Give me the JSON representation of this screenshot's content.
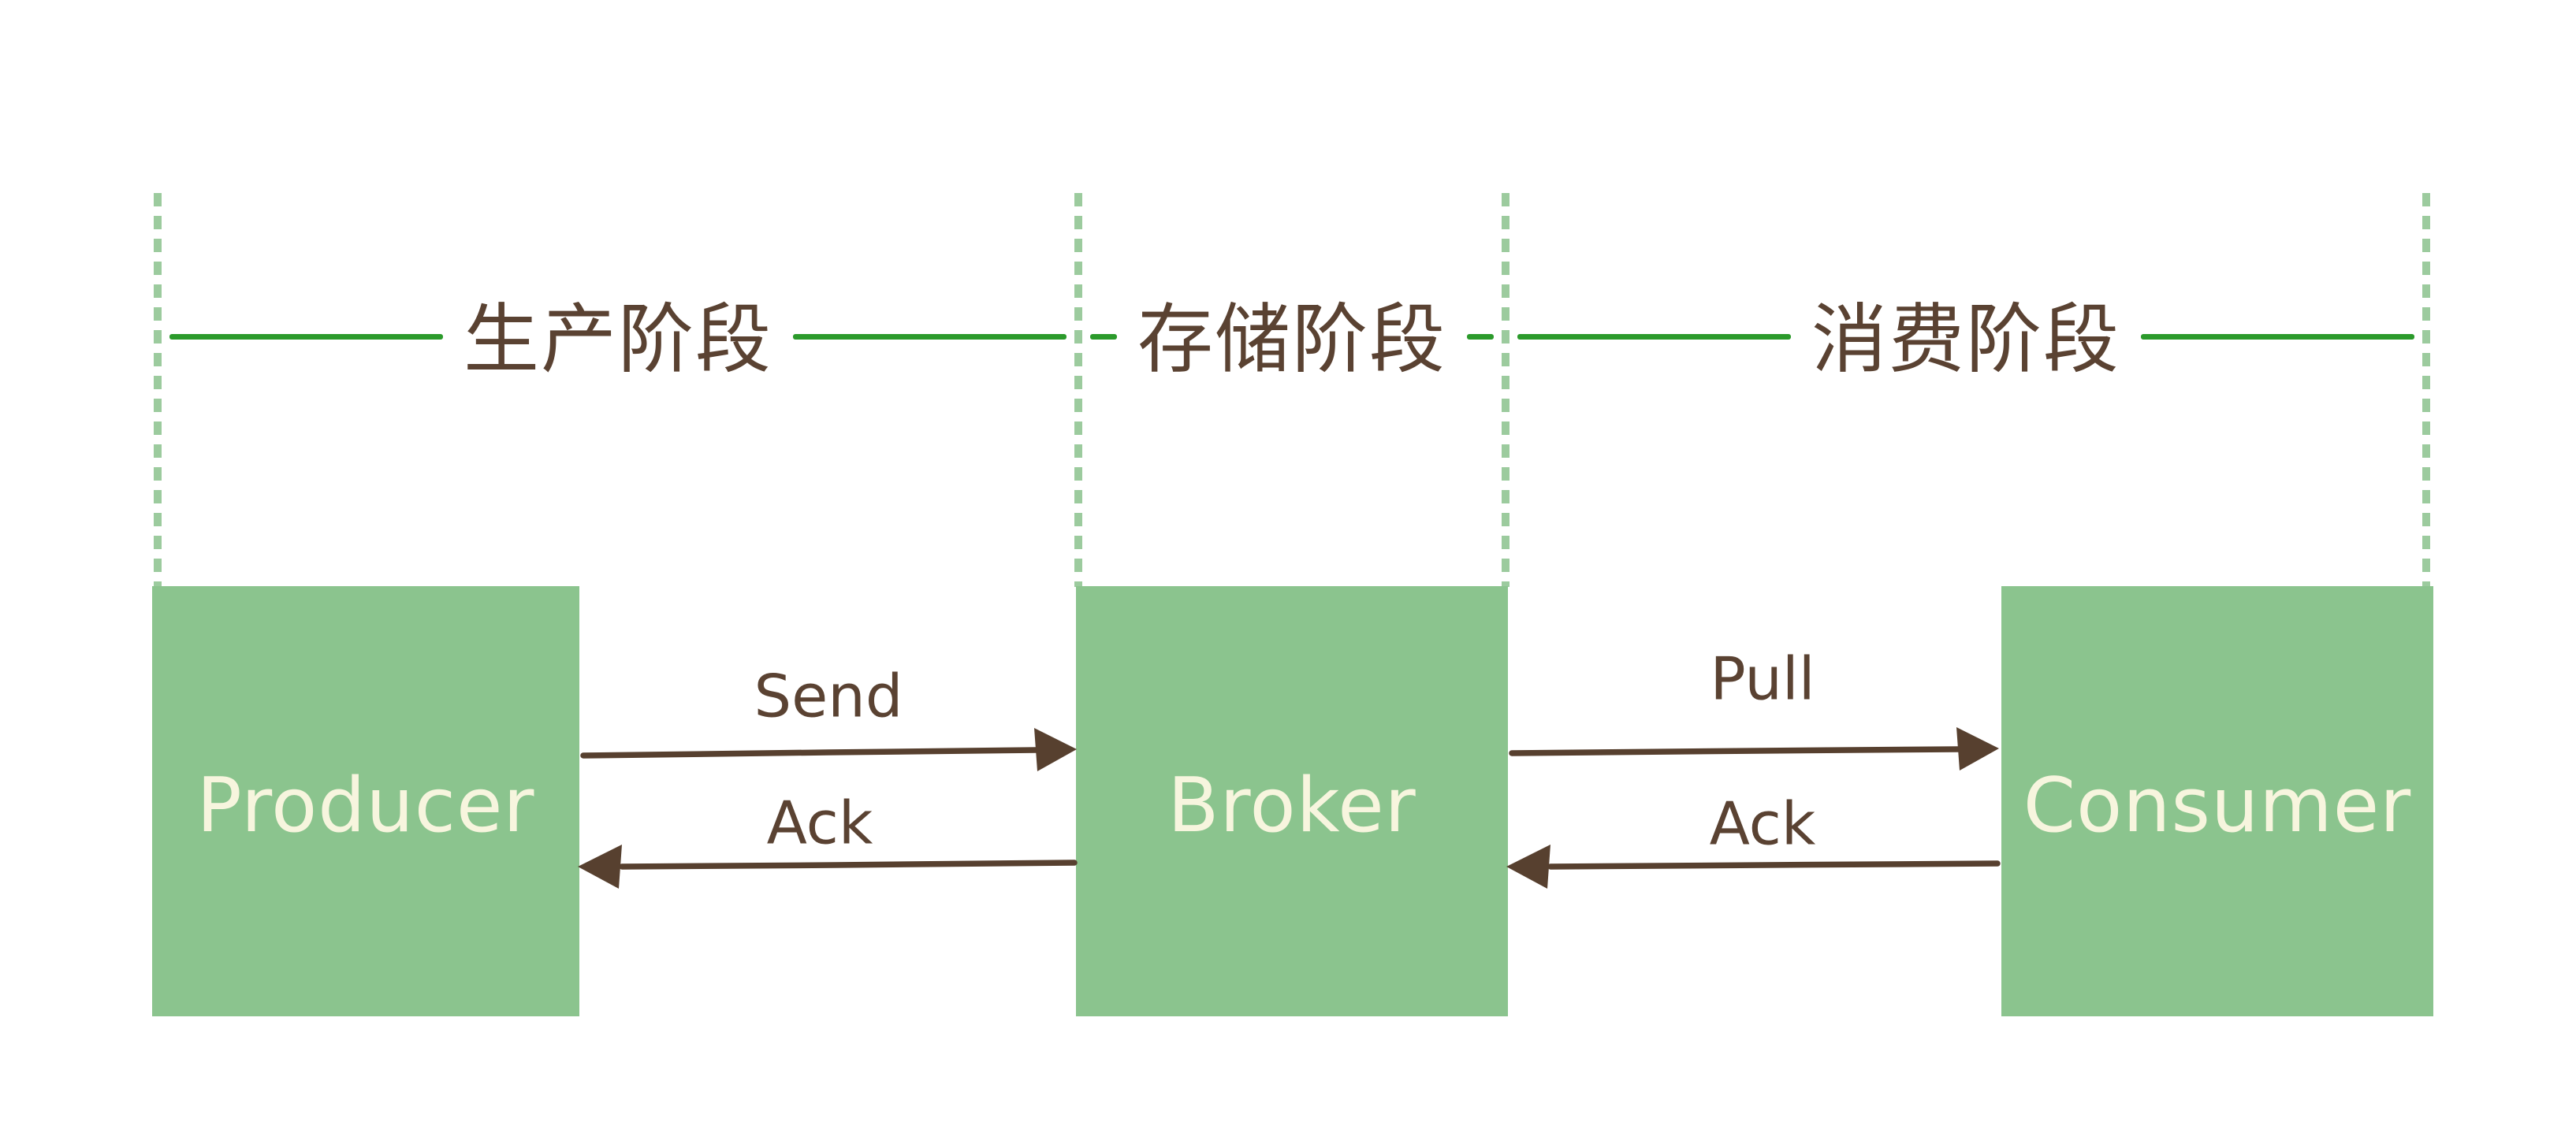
{
  "diagram": {
    "phases": [
      {
        "label": "生产阶段"
      },
      {
        "label": "存储阶段"
      },
      {
        "label": "消费阶段"
      }
    ],
    "nodes": [
      {
        "label": "Producer"
      },
      {
        "label": "Broker"
      },
      {
        "label": "Consumer"
      }
    ],
    "arrows": [
      {
        "label": "Send",
        "direction": "right",
        "from": "Producer",
        "to": "Broker"
      },
      {
        "label": "Ack",
        "direction": "left",
        "from": "Broker",
        "to": "Producer"
      },
      {
        "label": "Pull",
        "direction": "right",
        "from": "Broker",
        "to": "Consumer"
      },
      {
        "label": "Ack",
        "direction": "left",
        "from": "Consumer",
        "to": "Broker"
      }
    ],
    "colors": {
      "box_green": "#8BC48E",
      "dash_green": "#9CCB9E",
      "phase_line_green": "#2B9A2B",
      "label_cream": "#F7F5DE",
      "ink_brown": "#5A4232"
    }
  }
}
